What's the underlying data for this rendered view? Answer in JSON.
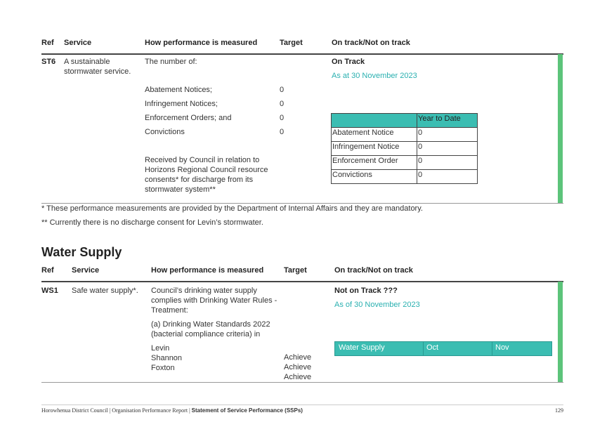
{
  "headers1": {
    "ref": "Ref",
    "service": "Service",
    "measure": "How performance is measured",
    "target": "Target",
    "track": "On track/Not on track"
  },
  "st6": {
    "ref": "ST6",
    "service_line1": "A sustainable",
    "service_line2": "stormwater service.",
    "number_of": "The number of:",
    "items": [
      {
        "label": "Abatement Notices;",
        "target": "0"
      },
      {
        "label": "Infringement Notices;",
        "target": "0"
      },
      {
        "label": "Enforcement Orders; and",
        "target": "0"
      },
      {
        "label": "Convictions",
        "target": "0"
      }
    ],
    "received": [
      "Received by Council in relation to",
      "Horizons Regional Council resource",
      "consents* for discharge from its",
      "stormwater system**"
    ],
    "status": "On Track",
    "as_at": "As at 30 November 2023",
    "ytd_header": "Year to Date",
    "ytd_rows": [
      {
        "label": "Abatement Notice",
        "value": "0"
      },
      {
        "label": "Infringement Notice",
        "value": "0"
      },
      {
        "label": "Enforcement Order",
        "value": "0"
      },
      {
        "label": "Convictions",
        "value": "0"
      }
    ]
  },
  "notes": [
    "* These performance measurements are provided by the Department of Internal Affairs and they are mandatory.",
    "** Currently there is no discharge consent for Levin’s stormwater."
  ],
  "water_supply_title": "Water Supply",
  "headers2": {
    "ref": "Ref",
    "service": "Service",
    "measure": "How performance is measured",
    "target": "Target",
    "track": "On track/Not on track"
  },
  "ws1": {
    "ref": "WS1",
    "service": "Safe water supply*.",
    "measure_lines": [
      "Council’s drinking water supply",
      "complies with Drinking Water Rules -",
      "Treatment:"
    ],
    "sub_lines": [
      "(a) Drinking Water Standards 2022",
      "(bacterial compliance criteria) in"
    ],
    "towns": [
      "Levin",
      "Shannon",
      "Foxton"
    ],
    "targets": [
      "Achieve",
      "Achieve",
      "Achieve"
    ],
    "status": "Not on Track  ???",
    "as_of": "As of 30 November 2023",
    "table_header": [
      "Water Supply",
      "Oct",
      "Nov"
    ]
  },
  "footer": {
    "left": "Horowhenua District Council | Organisation Performance Report | ",
    "bold": "Statement of Service Performance (SSPs)",
    "page": "129"
  },
  "colors": {
    "accent_teal": "#3bbdb2",
    "green_bar": "#5cc47a",
    "teal_text": "#2ab0b0"
  }
}
